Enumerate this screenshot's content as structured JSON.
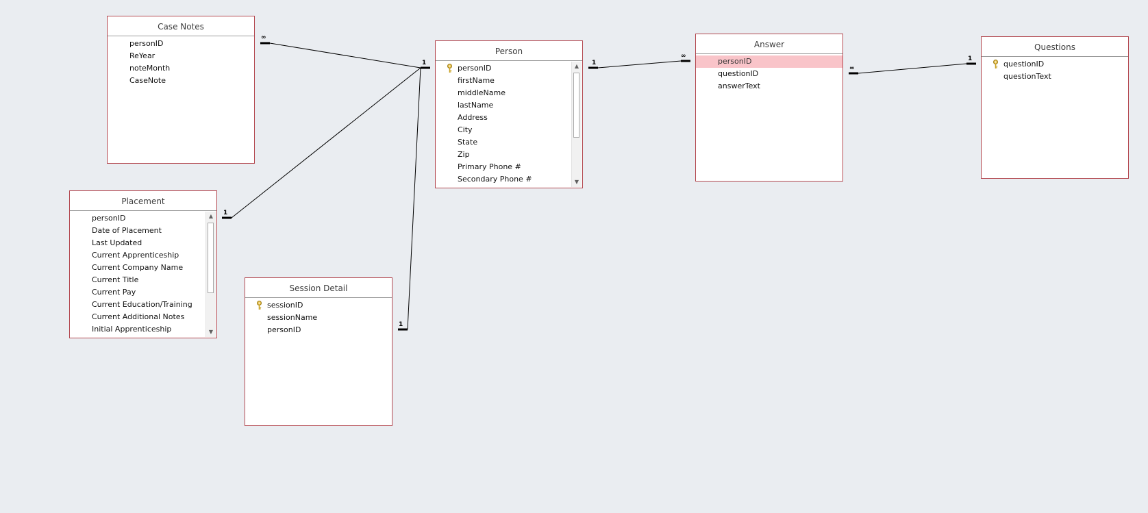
{
  "tables": {
    "case_notes": {
      "title": "Case Notes",
      "fields": [
        "personID",
        "ReYear",
        "noteMonth",
        "CaseNote"
      ]
    },
    "person": {
      "title": "Person",
      "fields": [
        "personID",
        "firstName",
        "middleName",
        "lastName",
        "Address",
        "City",
        "State",
        "Zip",
        "Primary Phone #",
        "Secondary Phone #"
      ]
    },
    "answer": {
      "title": "Answer",
      "fields": [
        "personID",
        "questionID",
        "answerText"
      ]
    },
    "questions": {
      "title": "Questions",
      "fields": [
        "questionID",
        "questionText"
      ]
    },
    "placement": {
      "title": "Placement",
      "fields": [
        "personID",
        "Date of Placement",
        "Last Updated",
        "Current Apprenticeship",
        "Current Company Name",
        "Current Title",
        "Current Pay",
        "Current Education/Training",
        "Current Additional Notes",
        "Initial Apprenticeship"
      ]
    },
    "session_detail": {
      "title": "Session Detail",
      "fields": [
        "sessionID",
        "sessionName",
        "personID"
      ]
    }
  },
  "relationship_labels": {
    "one": "1",
    "many": "∞"
  },
  "colors": {
    "canvas": "#eaedf1",
    "table_border": "#b3474f",
    "selected_row": "#f9c4c9",
    "key_icon": "#c9a227"
  },
  "icons": {
    "primary_key": "key-icon",
    "scroll_up": "arrow-up-icon",
    "scroll_down": "arrow-down-icon"
  }
}
